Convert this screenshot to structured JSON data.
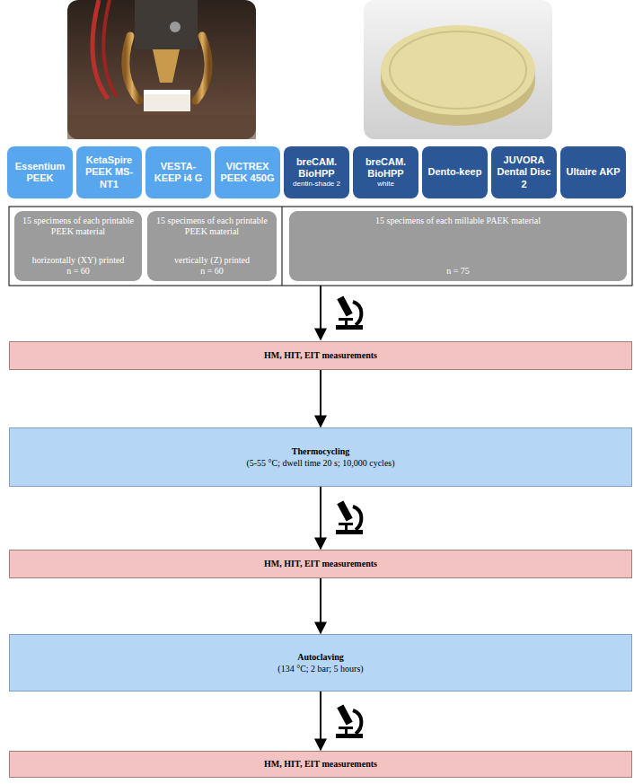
{
  "diagram": {
    "nodes": [
      {
        "text": [
          "Essentium PEEK"
        ]
      },
      {
        "text": [
          "KetaSpire PEEK MS-NT1"
        ]
      },
      {
        "text": [
          "VESTA-KEEP i4 G"
        ]
      },
      {
        "text": [
          "VICTREX PEEK 450G"
        ]
      },
      {
        "text": [
          "breCAM. BioHPP",
          "dentin-shade 2"
        ]
      },
      {
        "text": [
          "breCAM. BioHPP",
          "white"
        ]
      },
      {
        "text": [
          "Dento-keep"
        ]
      },
      {
        "text": [
          "JUVORA Dental Disc 2"
        ]
      },
      {
        "text": [
          "Ultaire AKP"
        ]
      },
      {
        "text": [
          "15 specimens of each printable PEEK material",
          "horizontally (XY) printed",
          "n = 60"
        ]
      },
      {
        "text": [
          "15 specimens of each printable PEEK material",
          "vertically (Z) printed",
          "n = 60"
        ]
      },
      {
        "text": [
          "15 specimens of each millable PAEK material",
          "n = 75"
        ]
      },
      {
        "text": [
          "HM, HIT, EIT measurements"
        ]
      },
      {
        "text": [
          "Thermocycling",
          "(5-55 °C; dwell time 20 s; 10,000 cycles)"
        ]
      },
      {
        "text": [
          "HM, HIT, EIT measurements"
        ]
      },
      {
        "text": [
          "Autoclaving",
          "(134 °C; 2 bar; 5 hours)"
        ]
      },
      {
        "text": [
          "HM, HIT, EIT measurements"
        ]
      }
    ],
    "edges": [
      {
        "from": 12,
        "to": 13,
        "arrow": "to"
      },
      {
        "from": 13,
        "to": 14,
        "arrow": "to"
      },
      {
        "from": 14,
        "to": 15,
        "arrow": "to"
      },
      {
        "from": 15,
        "to": 16,
        "arrow": "to"
      }
    ]
  }
}
